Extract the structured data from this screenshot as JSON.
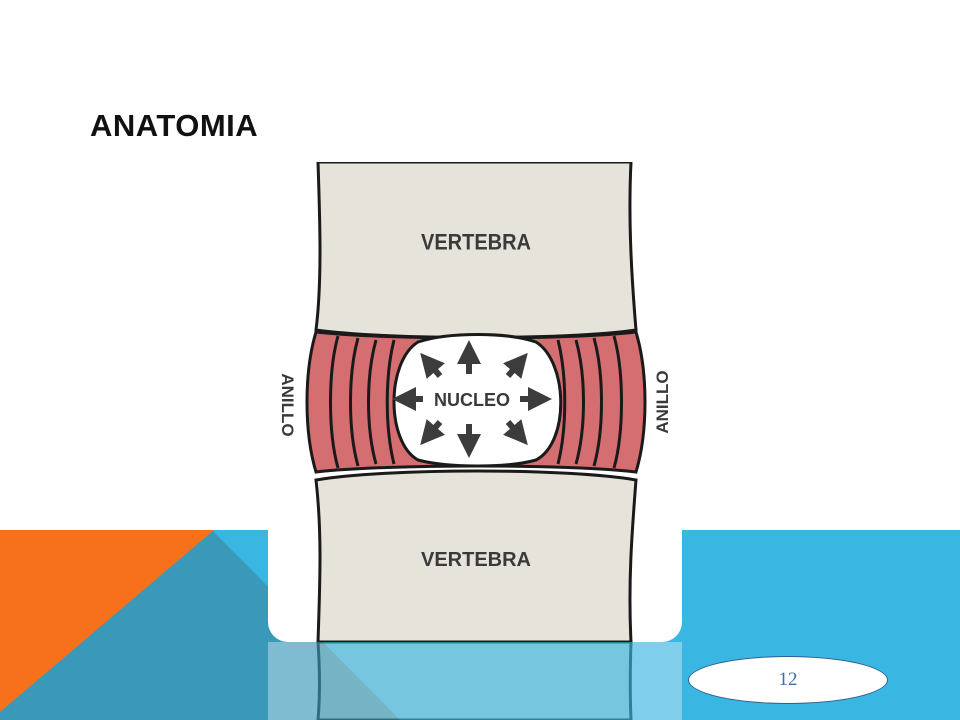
{
  "slide": {
    "title": "ANATOMIA",
    "page_number": "12"
  },
  "diagram": {
    "top_label": "VERTEBRA",
    "bottom_label": "VERTEBRA",
    "center_label": "NUCLEO",
    "left_side_label": "ANILLO",
    "right_side_label": "ANILLO"
  },
  "colors": {
    "orange": "#f7711d",
    "blue_light": "#3ab6e3",
    "blue_dark": "#3999b8",
    "bone": "#e6e4da",
    "annulus": "#d46e70"
  }
}
